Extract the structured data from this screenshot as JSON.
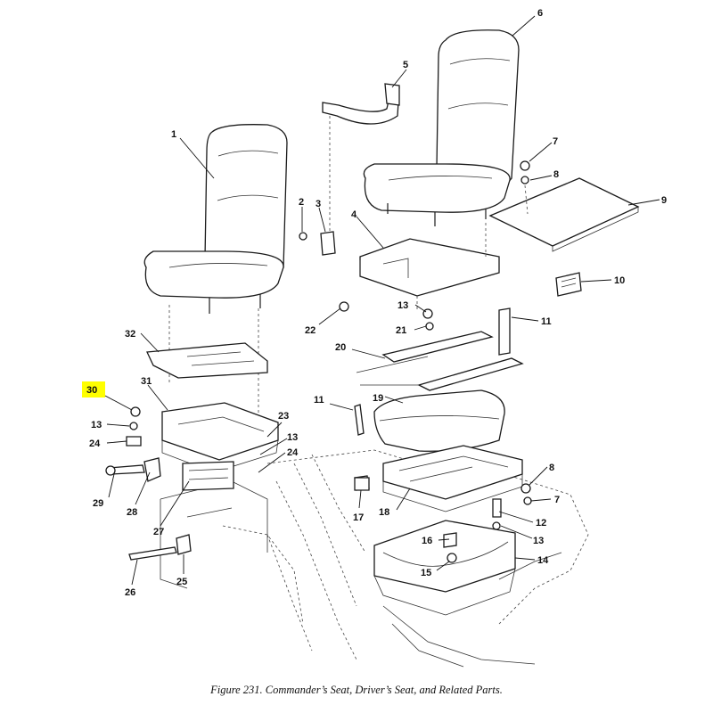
{
  "caption": "Figure 231.  Commander’s Seat, Driver’s Seat, and Related Parts.",
  "highlight_color": "#ffff00",
  "callouts": [
    {
      "id": "1",
      "label": "1"
    },
    {
      "id": "2",
      "label": "2"
    },
    {
      "id": "3",
      "label": "3"
    },
    {
      "id": "4",
      "label": "4"
    },
    {
      "id": "5",
      "label": "5"
    },
    {
      "id": "6",
      "label": "6"
    },
    {
      "id": "7a",
      "label": "7"
    },
    {
      "id": "8a",
      "label": "8"
    },
    {
      "id": "9",
      "label": "9"
    },
    {
      "id": "10",
      "label": "10"
    },
    {
      "id": "11a",
      "label": "11"
    },
    {
      "id": "13a",
      "label": "13"
    },
    {
      "id": "21",
      "label": "21"
    },
    {
      "id": "22",
      "label": "22"
    },
    {
      "id": "20",
      "label": "20"
    },
    {
      "id": "32",
      "label": "32"
    },
    {
      "id": "30",
      "label": "30"
    },
    {
      "id": "31",
      "label": "31"
    },
    {
      "id": "13b",
      "label": "13"
    },
    {
      "id": "24a",
      "label": "24"
    },
    {
      "id": "11b",
      "label": "11"
    },
    {
      "id": "19",
      "label": "19"
    },
    {
      "id": "23",
      "label": "23"
    },
    {
      "id": "13c",
      "label": "13"
    },
    {
      "id": "24b",
      "label": "24"
    },
    {
      "id": "29",
      "label": "29"
    },
    {
      "id": "28",
      "label": "28"
    },
    {
      "id": "27",
      "label": "27"
    },
    {
      "id": "17",
      "label": "17"
    },
    {
      "id": "18",
      "label": "18"
    },
    {
      "id": "8b",
      "label": "8"
    },
    {
      "id": "7b",
      "label": "7"
    },
    {
      "id": "12",
      "label": "12"
    },
    {
      "id": "13d",
      "label": "13"
    },
    {
      "id": "16",
      "label": "16"
    },
    {
      "id": "14",
      "label": "14"
    },
    {
      "id": "15",
      "label": "15"
    },
    {
      "id": "26",
      "label": "26"
    },
    {
      "id": "25",
      "label": "25"
    }
  ]
}
